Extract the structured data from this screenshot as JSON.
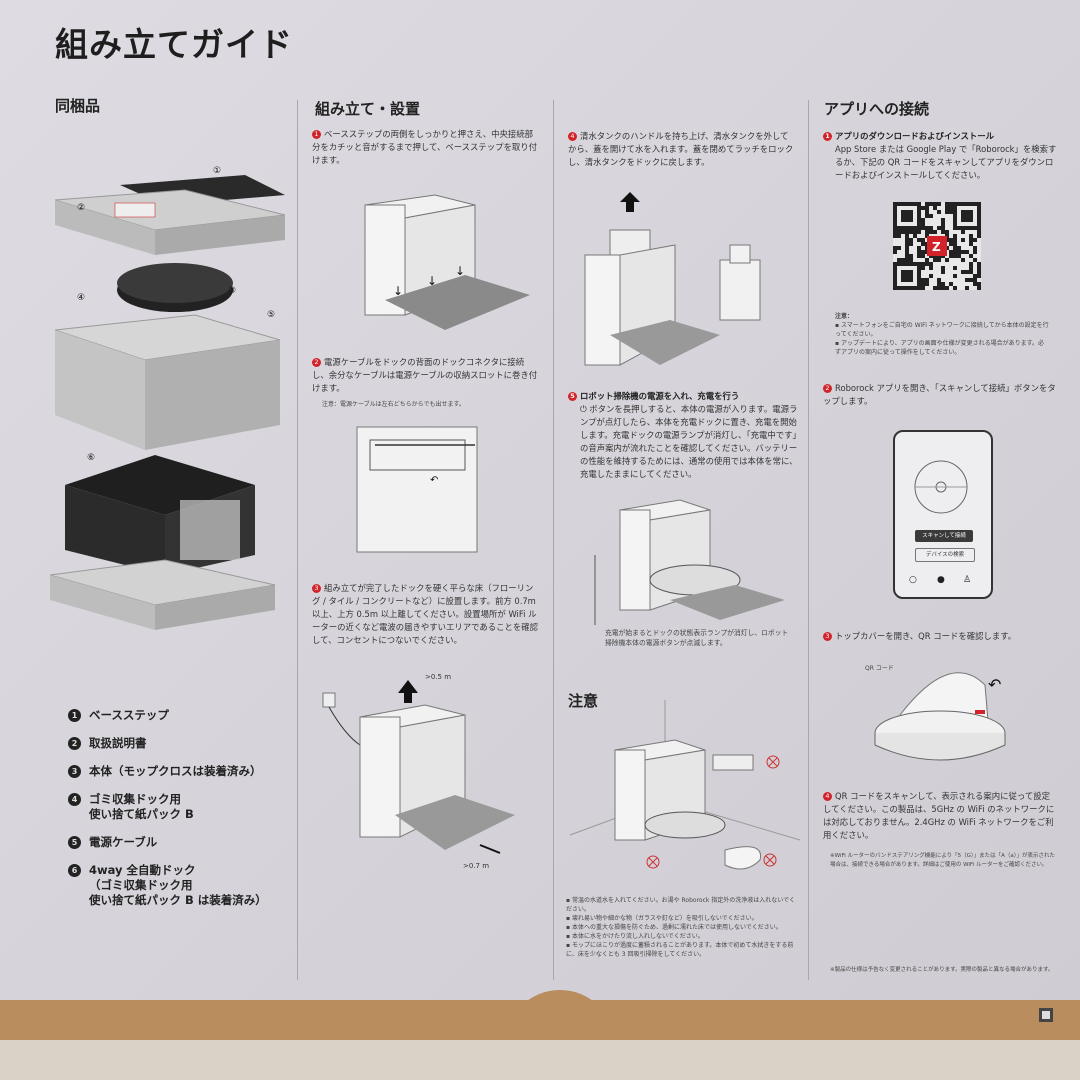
{
  "title": "組み立てガイド",
  "contents": {
    "heading": "同梱品",
    "items": [
      {
        "n": "1",
        "label": "ベースステップ"
      },
      {
        "n": "2",
        "label": "取扱説明書"
      },
      {
        "n": "3",
        "label": "本体（モップクロスは装着済み）"
      },
      {
        "n": "4",
        "label": "ゴミ収集ドック用\n使い捨て紙パック B"
      },
      {
        "n": "5",
        "label": "電源ケーブル"
      },
      {
        "n": "6",
        "label": "4way 全自動ドック\n（ゴミ収集ドック用\n使い捨て紙パック B は装着済み）"
      }
    ]
  },
  "assembly": {
    "heading": "組み立て・設置",
    "step1": {
      "n": "1",
      "text": "ベースステップの両側をしっかりと押さえ、中央接続部分をカチッと音がするまで押して、ベースステップを取り付けます。"
    },
    "step2": {
      "n": "2",
      "text": "電源ケーブルをドックの背面のドックコネクタに接続し、余分なケーブルは電源ケーブルの収納スロットに巻き付けます。",
      "note": "注意：電源ケーブルは左右どちらからでも出せます。"
    },
    "step3": {
      "n": "3",
      "text": "組み立てが完了したドックを硬く平らな床（フローリング / タイル / コンクリートなど）に設置します。前方 0.7m 以上、上方 0.5m 以上離してください。設置場所が WiFi ルーターの近くなど電波の届きやすいエリアであることを確認して、コンセントにつないでください。"
    },
    "dim_top": ">0.5 m",
    "dim_front": ">0.7 m"
  },
  "tank": {
    "step4": {
      "n": "4",
      "text": "清水タンクのハンドルを持ち上げ、清水タンクを外してから、蓋を開けて水を入れます。蓋を閉めてラッチをロックし、清水タンクをドックに戻します。"
    },
    "step5": {
      "n": "5",
      "title": "ロボット掃除機の電源を入れ、充電を行う",
      "text": "⏻ ボタンを長押しすると、本体の電源が入ります。電源ランプが点灯したら、本体を充電ドックに置き、充電を開始します。充電ドックの電源ランプが消灯し、「充電中です」の音声案内が流れたことを確認してください。バッテリーの性能を維持するためには、通常の使用では本体を常に、充電したままにしてください。"
    },
    "callout": "充電が始まるとドックの状態表示ランプが消灯し、ロボット掃除機本体の電源ボタンが点滅します。"
  },
  "caution": {
    "heading": "注意",
    "bullets": [
      "常温の水道水を入れてください。お湯や Roborock 指定外の洗浄液は入れないでください。",
      "壊れ易い物や細かな物（ガラスや釘など）を吸引しないでください。",
      "本体への重大な損傷を防ぐため、過剰に濡れた床では使用しないでください。",
      "本体に水をかけたり流し入れしないでください。",
      "モップにほこりが過度に蓄積されることがあります。本体で初めて水拭きをする前に、床を少なくとも 3 回吸引掃除をしてください。"
    ]
  },
  "app": {
    "heading": "アプリへの接続",
    "step1": {
      "n": "1",
      "title": "アプリのダウンロードおよびインストール",
      "text": "App Store または Google Play で「Roborock」を検索するか、下記の QR コードをスキャンしてアプリをダウンロードおよびインストールしてください。"
    },
    "note_title": "注意：",
    "notes": [
      "スマートフォンをご自宅の WiFi ネットワークに接続してから本体の設定を行ってください。",
      "アップデートにより、アプリの画面や仕様が変更される場合があります。必ずアプリの案内に従って操作をしてください。"
    ],
    "step2": {
      "n": "2",
      "text": "Roborock アプリを開き、「スキャンして接続」ボタンをタップします。"
    },
    "phone": {
      "scan_button": "スキャンして接続",
      "search_button": "デバイスの検索"
    },
    "step3": {
      "n": "3",
      "text": "トップカバーを開き、QR コードを確認します。"
    },
    "qr_label": "QR コード",
    "step4": {
      "n": "4",
      "text": "QR コードをスキャンして、表示される案内に従って設定してください。この製品は、5GHz の WiFi のネットワークには対応しておりません。2.4GHz の WiFi ネットワークをご利用ください。"
    },
    "footnote": "※WiFi ルーターのバンドステアリング機能により「5（G）」または「A（a）」が表示された場合は、接続できる場合があります。詳細はご使用の WiFi ルーターをご確認ください。",
    "bottom_note": "※製品の仕様は予告なく変更されることがあります。実際の製品と異なる場合があります。"
  },
  "colors": {
    "accent": "#d3232a",
    "paper": "#d8d6dc",
    "cardboard": "#b98d5e"
  }
}
